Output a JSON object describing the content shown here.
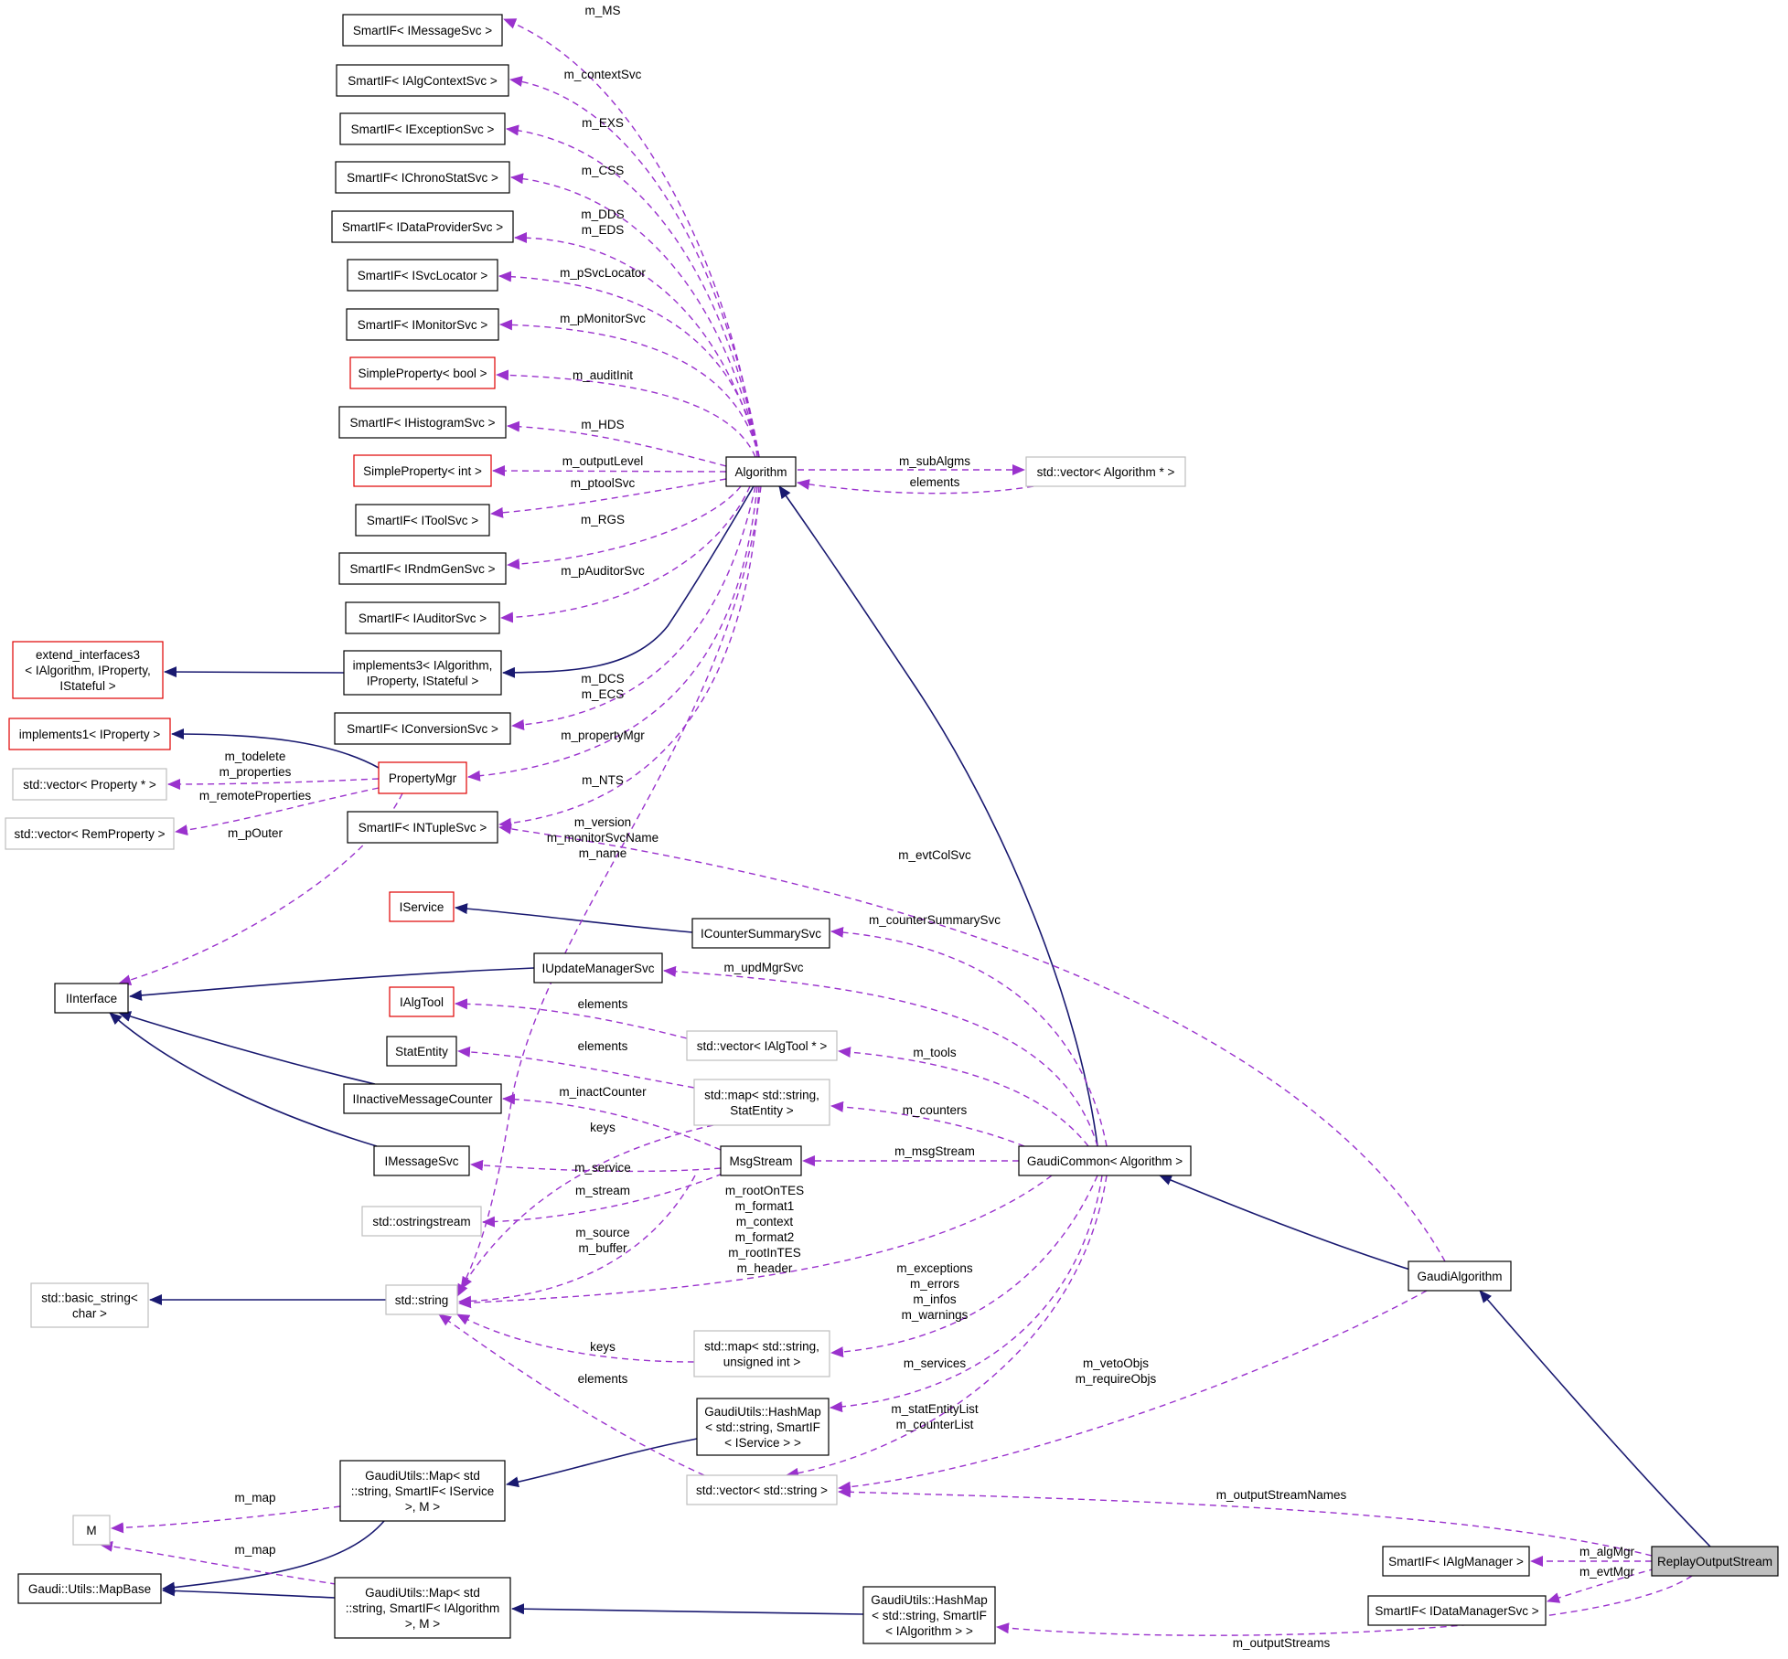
{
  "colors": {
    "node_border_documented": "#000000",
    "node_border_undocumented_template": "#e00000",
    "node_border_external": "#bfbfbf",
    "highlight_fill": "#bfbfbf",
    "inheritance_edge": "#191970",
    "usage_edge": "#9a32cd"
  },
  "nodes": [
    {
      "id": "smartif_msg",
      "lines": [
        "SmartIF< IMessageSvc >"
      ],
      "style": "doc"
    },
    {
      "id": "smartif_algctx",
      "lines": [
        "SmartIF< IAlgContextSvc >"
      ],
      "style": "doc"
    },
    {
      "id": "smartif_exc",
      "lines": [
        "SmartIF< IExceptionSvc >"
      ],
      "style": "doc"
    },
    {
      "id": "smartif_chrono",
      "lines": [
        "SmartIF< IChronoStatSvc >"
      ],
      "style": "doc"
    },
    {
      "id": "smartif_dataprov",
      "lines": [
        "SmartIF< IDataProviderSvc >"
      ],
      "style": "doc"
    },
    {
      "id": "smartif_svcloc",
      "lines": [
        "SmartIF< ISvcLocator >"
      ],
      "style": "doc"
    },
    {
      "id": "smartif_monitor",
      "lines": [
        "SmartIF< IMonitorSvc >"
      ],
      "style": "doc"
    },
    {
      "id": "simpleprop_bool",
      "lines": [
        "SimpleProperty< bool >"
      ],
      "style": "red"
    },
    {
      "id": "smartif_hist",
      "lines": [
        "SmartIF< IHistogramSvc >"
      ],
      "style": "doc"
    },
    {
      "id": "simpleprop_int",
      "lines": [
        "SimpleProperty< int >"
      ],
      "style": "red"
    },
    {
      "id": "smartif_tool",
      "lines": [
        "SmartIF< IToolSvc >"
      ],
      "style": "doc"
    },
    {
      "id": "smartif_rndm",
      "lines": [
        "SmartIF< IRndmGenSvc >"
      ],
      "style": "doc"
    },
    {
      "id": "smartif_auditor",
      "lines": [
        "SmartIF< IAuditorSvc >"
      ],
      "style": "doc"
    },
    {
      "id": "extend_interfaces3",
      "lines": [
        "extend_interfaces3",
        "< IAlgorithm, IProperty,",
        "IStateful >"
      ],
      "style": "red"
    },
    {
      "id": "implements3",
      "lines": [
        "implements3< IAlgorithm,",
        "IProperty, IStateful >"
      ],
      "style": "doc"
    },
    {
      "id": "implements1",
      "lines": [
        "implements1< IProperty >"
      ],
      "style": "red"
    },
    {
      "id": "smartif_conv",
      "lines": [
        "SmartIF< IConversionSvc >"
      ],
      "style": "doc"
    },
    {
      "id": "vec_property",
      "lines": [
        "std::vector< Property * >"
      ],
      "style": "ext"
    },
    {
      "id": "propertymgr",
      "lines": [
        "PropertyMgr"
      ],
      "style": "red"
    },
    {
      "id": "vec_remproperty",
      "lines": [
        "std::vector< RemProperty >"
      ],
      "style": "ext"
    },
    {
      "id": "smartif_ntuple",
      "lines": [
        "SmartIF< INTupleSvc >"
      ],
      "style": "doc"
    },
    {
      "id": "algorithm",
      "lines": [
        "Algorithm"
      ],
      "style": "doc"
    },
    {
      "id": "vec_algorithm",
      "lines": [
        "std::vector< Algorithm * >"
      ],
      "style": "ext"
    },
    {
      "id": "iservice",
      "lines": [
        "IService"
      ],
      "style": "red"
    },
    {
      "id": "icountersummarysvc",
      "lines": [
        "ICounterSummarySvc"
      ],
      "style": "doc"
    },
    {
      "id": "iupdatemanagersvc",
      "lines": [
        "IUpdateManagerSvc"
      ],
      "style": "doc"
    },
    {
      "id": "iinterface",
      "lines": [
        "IInterface"
      ],
      "style": "doc"
    },
    {
      "id": "ialgtool",
      "lines": [
        "IAlgTool"
      ],
      "style": "red"
    },
    {
      "id": "vec_ialgtool",
      "lines": [
        "std::vector< IAlgTool * >"
      ],
      "style": "ext"
    },
    {
      "id": "statentity",
      "lines": [
        "StatEntity"
      ],
      "style": "doc"
    },
    {
      "id": "map_statentity",
      "lines": [
        "std::map< std::string,",
        "StatEntity >"
      ],
      "style": "ext"
    },
    {
      "id": "iinactivemessagecounter",
      "lines": [
        "IInactiveMessageCounter"
      ],
      "style": "doc"
    },
    {
      "id": "imessagesvc",
      "lines": [
        "IMessageSvc"
      ],
      "style": "doc"
    },
    {
      "id": "msgstream",
      "lines": [
        "MsgStream"
      ],
      "style": "doc"
    },
    {
      "id": "gaudicommon",
      "lines": [
        "GaudiCommon< Algorithm >"
      ],
      "style": "doc"
    },
    {
      "id": "ostringstream",
      "lines": [
        "std::ostringstream"
      ],
      "style": "ext"
    },
    {
      "id": "basic_string",
      "lines": [
        "std::basic_string<",
        "char >"
      ],
      "style": "ext"
    },
    {
      "id": "std_string",
      "lines": [
        "std::string"
      ],
      "style": "ext"
    },
    {
      "id": "gaudialgorithm",
      "lines": [
        "GaudiAlgorithm"
      ],
      "style": "doc"
    },
    {
      "id": "map_uint",
      "lines": [
        "std::map< std::string,",
        "unsigned int >"
      ],
      "style": "ext"
    },
    {
      "id": "hashmap_iservice",
      "lines": [
        "GaudiUtils::HashMap",
        "< std::string, SmartIF",
        "< IService > >"
      ],
      "style": "doc"
    },
    {
      "id": "map_iservice",
      "lines": [
        "GaudiUtils::Map< std",
        "::string, SmartIF< IService",
        ">, M >"
      ],
      "style": "doc"
    },
    {
      "id": "vec_string",
      "lines": [
        "std::vector< std::string >"
      ],
      "style": "ext"
    },
    {
      "id": "m_node",
      "lines": [
        "M"
      ],
      "style": "ext"
    },
    {
      "id": "smartif_algmgr",
      "lines": [
        "SmartIF< IAlgManager >"
      ],
      "style": "doc"
    },
    {
      "id": "replayoutputstream",
      "lines": [
        "ReplayOutputStream"
      ],
      "style": "highlight"
    },
    {
      "id": "mapbase",
      "lines": [
        "Gaudi::Utils::MapBase"
      ],
      "style": "doc"
    },
    {
      "id": "map_ialgorithm",
      "lines": [
        "GaudiUtils::Map< std",
        "::string, SmartIF< IAlgorithm",
        ">, M >"
      ],
      "style": "doc"
    },
    {
      "id": "hashmap_ialgorithm",
      "lines": [
        "GaudiUtils::HashMap",
        "< std::string, SmartIF",
        "< IAlgorithm > >"
      ],
      "style": "doc"
    },
    {
      "id": "smartif_datamgr",
      "lines": [
        "SmartIF< IDataManagerSvc >"
      ],
      "style": "doc"
    }
  ],
  "edge_labels": {
    "m_ms": [
      "m_MS"
    ],
    "m_contextsvc": [
      "m_contextSvc"
    ],
    "m_exs": [
      "m_EXS"
    ],
    "m_css": [
      "m_CSS"
    ],
    "m_dds": [
      "m_DDS",
      "m_EDS"
    ],
    "m_psvclocator": [
      "m_pSvcLocator"
    ],
    "m_pmonitorsvc": [
      "m_pMonitorSvc"
    ],
    "m_auditinit": [
      "m_auditInit"
    ],
    "m_hds": [
      "m_HDS"
    ],
    "m_outputlevel": [
      "m_outputLevel"
    ],
    "m_subalgms": [
      "m_subAlgms"
    ],
    "elements_alg": [
      "elements"
    ],
    "m_ptoolsvc": [
      "m_ptoolSvc"
    ],
    "m_rgs": [
      "m_RGS"
    ],
    "m_pauditorsvc": [
      "m_pAuditorSvc"
    ],
    "m_dcs": [
      "m_DCS",
      "m_ECS"
    ],
    "m_propertymgr": [
      "m_propertyMgr"
    ],
    "m_todelete": [
      "m_todelete",
      "m_properties"
    ],
    "m_remoteproperties": [
      "m_remoteProperties"
    ],
    "m_nts": [
      "m_NTS"
    ],
    "m_pouter": [
      "m_pOuter"
    ],
    "m_version": [
      "m_version",
      "m_monitorSvcName",
      "m_name"
    ],
    "m_evtcolsvc": [
      "m_evtColSvc"
    ],
    "m_countersummarysvc": [
      "m_counterSummarySvc"
    ],
    "m_updmgrsvc": [
      "m_updMgrSvc"
    ],
    "elements_tool": [
      "elements"
    ],
    "m_tools": [
      "m_tools"
    ],
    "elements_stat": [
      "elements"
    ],
    "m_counters": [
      "m_counters"
    ],
    "m_inactcounter": [
      "m_inactCounter"
    ],
    "keys_stat": [
      "keys"
    ],
    "m_msgstream": [
      "m_msgStream"
    ],
    "m_service": [
      "m_service"
    ],
    "m_stream": [
      "m_stream"
    ],
    "m_rootontes": [
      "m_rootOnTES",
      "m_format1",
      "m_context",
      "m_format2",
      "m_rootInTES",
      "m_header"
    ],
    "m_source": [
      "m_source",
      "m_buffer"
    ],
    "m_exceptions": [
      "m_exceptions",
      "m_errors",
      "m_infos",
      "m_warnings"
    ],
    "keys_uint": [
      "keys"
    ],
    "elements_vec": [
      "elements"
    ],
    "m_services": [
      "m_services"
    ],
    "m_vetoobjs": [
      "m_vetoObjs",
      "m_requireObjs"
    ],
    "m_statentitylist": [
      "m_statEntityList",
      "m_counterList"
    ],
    "m_map_1": [
      "m_map"
    ],
    "m_map_2": [
      "m_map"
    ],
    "m_outputstreamnames": [
      "m_outputStreamNames"
    ],
    "m_algmgr": [
      "m_algMgr"
    ],
    "m_evtmgr": [
      "m_evtMgr"
    ],
    "m_outputstreams": [
      "m_outputStreams"
    ]
  }
}
